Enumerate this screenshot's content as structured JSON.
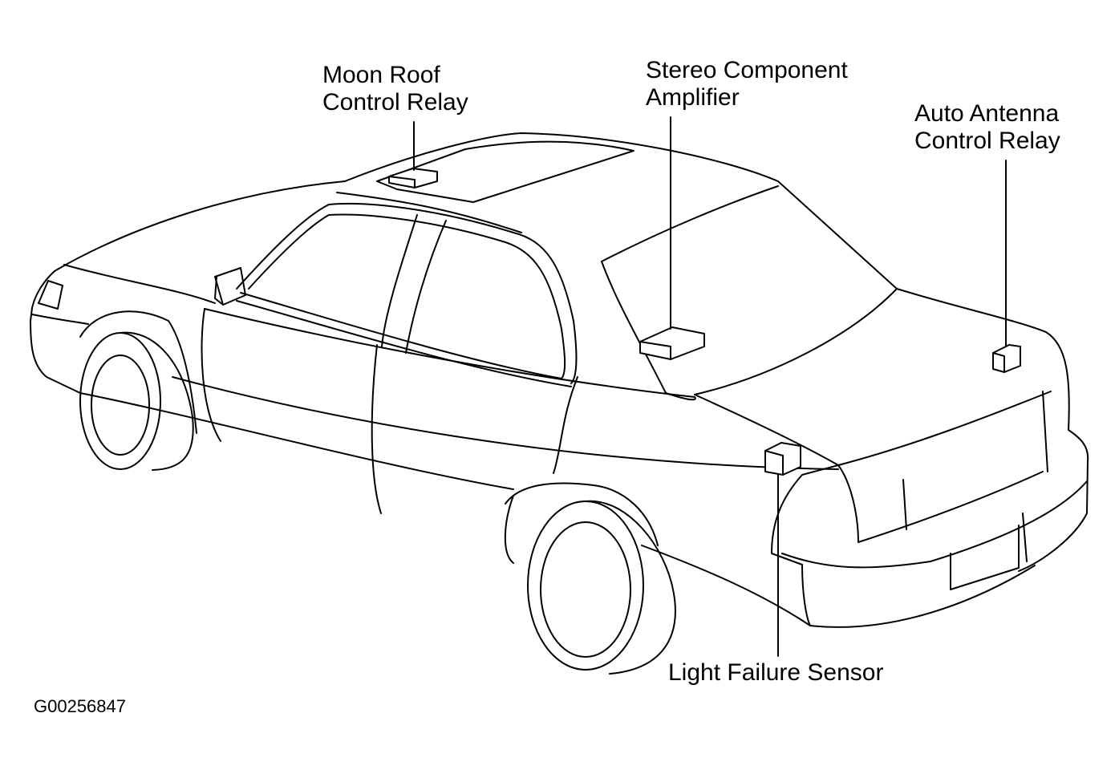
{
  "labels": {
    "moon_roof_relay": [
      "Moon Roof",
      "Control Relay"
    ],
    "stereo_amplifier": [
      "Stereo Component",
      "Amplifier"
    ],
    "auto_antenna_relay": [
      "Auto Antenna",
      "Control Relay"
    ],
    "light_failure_sensor": [
      "Light Failure Sensor"
    ]
  },
  "figure_id": "G00256847"
}
